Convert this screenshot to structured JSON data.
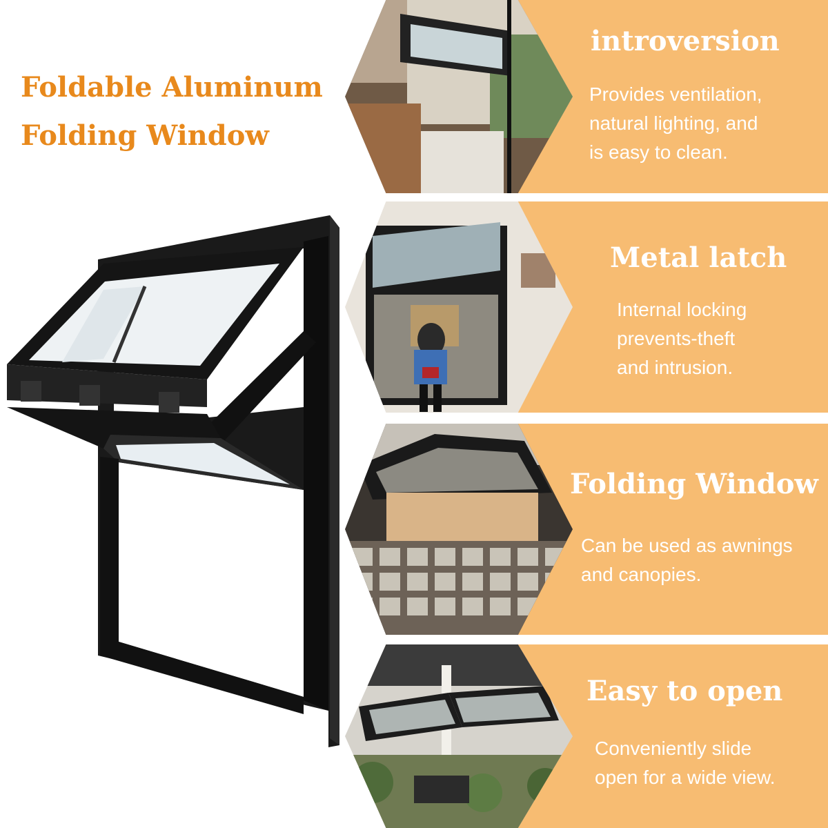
{
  "heading": {
    "line1": "Foldable Aluminum",
    "line2": "Folding Window"
  },
  "colors": {
    "accent": "#e8891c",
    "panel": "#f7bc72",
    "frame": "#111111"
  },
  "features": [
    {
      "title": "introversion",
      "description": "Provides ventilation,\nnatural lighting, and\nis easy to clean.",
      "photo": "cafe-interior-window-photo"
    },
    {
      "title": "Metal latch",
      "description": "Internal locking\nprevents-theft\nand intrusion.",
      "photo": "storefront-window-photo"
    },
    {
      "title": "Folding Window",
      "description": "Can be used as awnings\nand canopies.",
      "photo": "glass-block-bar-photo"
    },
    {
      "title": "Easy to open",
      "description": "Conveniently slide\nopen for a wide view.",
      "photo": "courtyard-windows-photo"
    }
  ]
}
